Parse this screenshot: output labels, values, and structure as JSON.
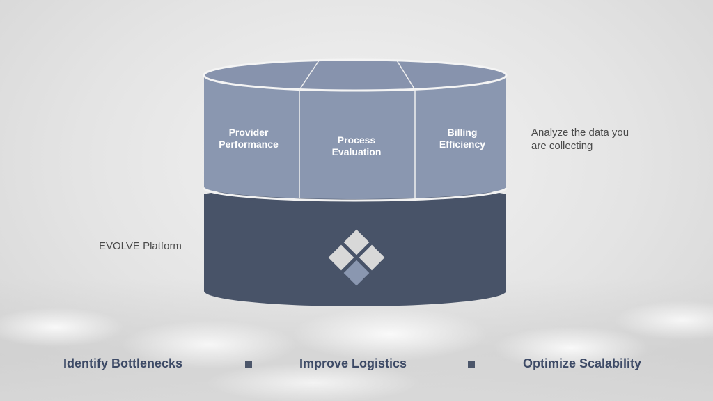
{
  "cylinder": {
    "segments": [
      {
        "label_line1": "Provider",
        "label_line2": "Performance"
      },
      {
        "label_line1": "Process",
        "label_line2": "Evaluation"
      },
      {
        "label_line1": "Billing",
        "label_line2": "Efficiency"
      }
    ],
    "platform_icon": "diamond-grid-logo-icon"
  },
  "annotations": {
    "right_line1": "Analyze the data you",
    "right_line2": "are collecting",
    "left": "EVOLVE Platform"
  },
  "bottom": {
    "items": [
      "Identify Bottlenecks",
      "Improve Logistics",
      "Optimize Scalability"
    ]
  },
  "colors": {
    "top_layer": "#8a97b0",
    "top_face": "#8793ad",
    "bottom_layer": "#485368",
    "logo_light": "#d8d8d8",
    "logo_accent": "#8a97b0",
    "bottom_text": "#3d4a66"
  }
}
